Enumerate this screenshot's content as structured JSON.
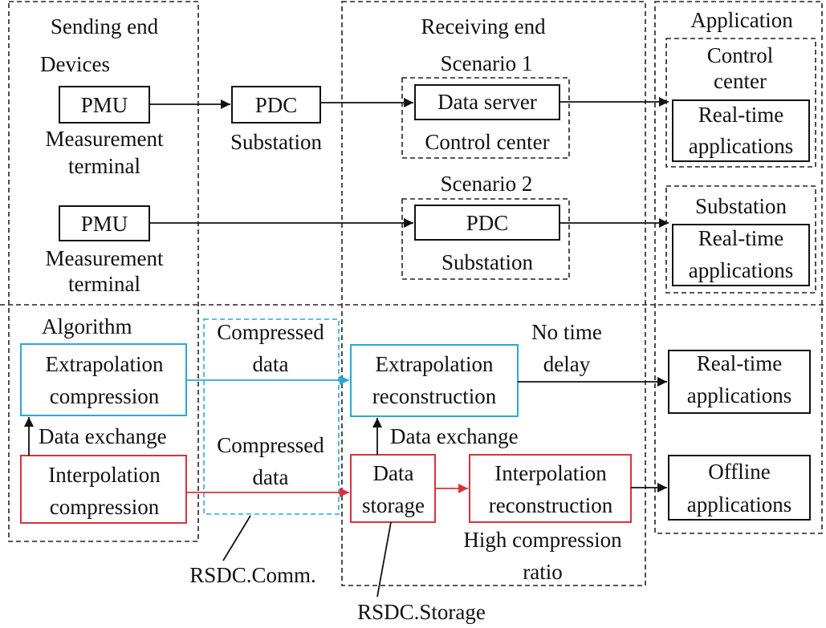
{
  "sections": {
    "sending_end": "Sending end",
    "receiving_end": "Receiving end",
    "application": "Application",
    "devices": "Devices",
    "algorithm": "Algorithm"
  },
  "sending": {
    "pmu1": "PMU",
    "pmu2": "PMU",
    "mt1_line1": "Measurement",
    "mt1_line2": "terminal",
    "mt2_line1": "Measurement",
    "mt2_line2": "terminal",
    "pdc_mid": "PDC",
    "substation_mid": "Substation"
  },
  "receiving": {
    "scenario1": "Scenario 1",
    "scenario2": "Scenario 2",
    "data_server": "Data server",
    "control_center": "Control center",
    "pdc": "PDC",
    "substation": "Substation"
  },
  "application": {
    "control_center_line1": "Control",
    "control_center_line2": "center",
    "rt1_line1": "Real-time",
    "rt1_line2": "applications",
    "substation": "Substation",
    "rt2_line1": "Real-time",
    "rt2_line2": "applications",
    "rt3_line1": "Real-time",
    "rt3_line2": "applications",
    "offline_line1": "Offline",
    "offline_line2": "applications"
  },
  "algorithm": {
    "extrap_comp_line1": "Extrapolation",
    "extrap_comp_line2": "compression",
    "interp_comp_line1": "Interpolation",
    "interp_comp_line2": "compression",
    "data_exchange_left": "Data exchange",
    "compressed1_line1": "Compressed",
    "compressed1_line2": "data",
    "compressed2_line1": "Compressed",
    "compressed2_line2": "data",
    "extrap_recon_line1": "Extrapolation",
    "extrap_recon_line2": "reconstruction",
    "no_delay_line1": "No time",
    "no_delay_line2": "delay",
    "data_exchange_right": "Data exchange",
    "storage_line1": "Data",
    "storage_line2": "storage",
    "interp_recon_line1": "Interpolation",
    "interp_recon_line2": "reconstruction",
    "high_ratio_line1": "High compression",
    "high_ratio_line2": "ratio",
    "rsdc_comm": "RSDC.Comm.",
    "rsdc_storage": "RSDC.Storage"
  },
  "colors": {
    "blue": "#29a8d8",
    "red": "#d9323a",
    "black": "#111111"
  }
}
